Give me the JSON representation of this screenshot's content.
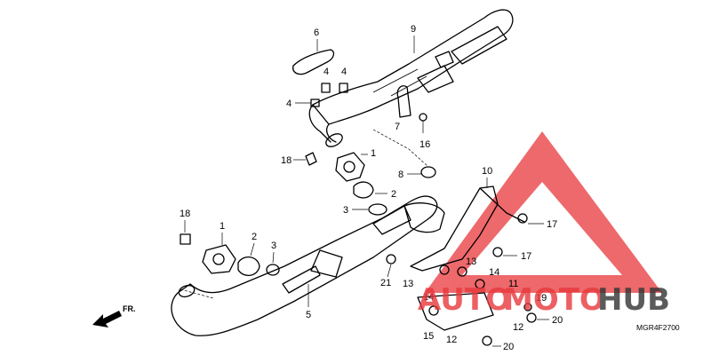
{
  "diagram": {
    "callouts": [
      "1",
      "2",
      "3",
      "4",
      "5",
      "6",
      "7",
      "8",
      "9",
      "10",
      "11",
      "12",
      "13",
      "14",
      "15",
      "16",
      "17",
      "18",
      "19",
      "20",
      "21"
    ],
    "front_arrow_label": "FR.",
    "drawing_code": "MGR4F2700"
  },
  "watermark": {
    "text_part1": "AUTO",
    "text_part2": "MOTO",
    "text_part3": "HUB",
    "color_red": "#e8383c",
    "color_dark": "#333333"
  }
}
